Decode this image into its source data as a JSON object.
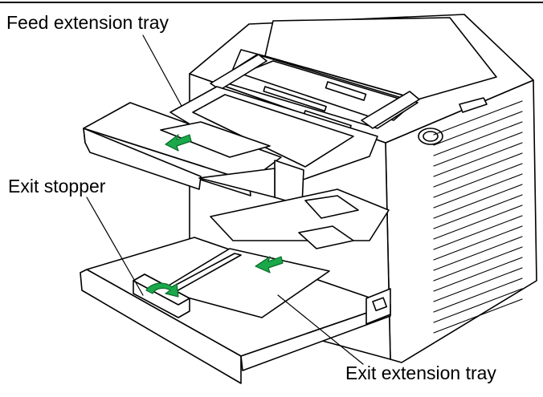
{
  "labels": {
    "feed_extension_tray": "Feed extension tray",
    "exit_stopper": "Exit stopper",
    "exit_extension_tray": "Exit extension tray"
  },
  "colors": {
    "line": "#000000",
    "paper": "#ffffff",
    "arrow": "#1aa84a",
    "arrow_outline": "#0b6b2a"
  },
  "icons": {
    "feed_direction": "arrow-down-left-icon",
    "exit_direction": "arrow-down-left-icon",
    "stopper_motion": "curved-arrow-icon"
  }
}
